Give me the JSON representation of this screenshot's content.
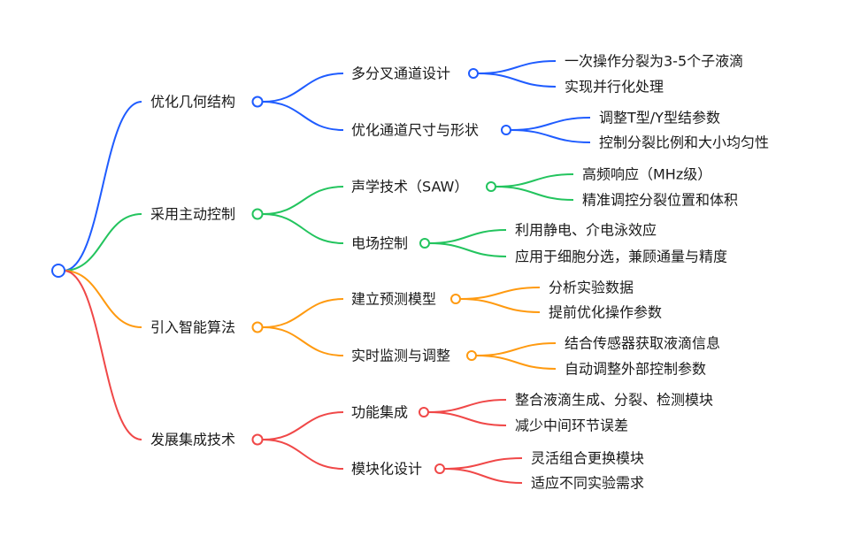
{
  "colors": {
    "blue": "#1f5cff",
    "green": "#23c45e",
    "orange": "#ff9a10",
    "red": "#f04848"
  },
  "branches": [
    {
      "label": "优化几何结构",
      "color": "blue",
      "children": [
        {
          "label": "多分叉通道设计",
          "children": [
            "一次操作分裂为3-5个子液滴",
            "实现并行化处理"
          ]
        },
        {
          "label": "优化通道尺寸与形状",
          "children": [
            "调整T型/Y型结参数",
            "控制分裂比例和大小均匀性"
          ]
        }
      ]
    },
    {
      "label": "采用主动控制",
      "color": "green",
      "children": [
        {
          "label": "声学技术（SAW）",
          "children": [
            "高频响应（MHz级）",
            "精准调控分裂位置和体积"
          ]
        },
        {
          "label": "电场控制",
          "children": [
            "利用静电、介电泳效应",
            "应用于细胞分选，兼顾通量与精度"
          ]
        }
      ]
    },
    {
      "label": "引入智能算法",
      "color": "orange",
      "children": [
        {
          "label": "建立预测模型",
          "children": [
            "分析实验数据",
            "提前优化操作参数"
          ]
        },
        {
          "label": "实时监测与调整",
          "children": [
            "结合传感器获取液滴信息",
            "自动调整外部控制参数"
          ]
        }
      ]
    },
    {
      "label": "发展集成技术",
      "color": "red",
      "children": [
        {
          "label": "功能集成",
          "children": [
            "整合液滴生成、分裂、检测模块",
            "减少中间环节误差"
          ]
        },
        {
          "label": "模块化设计",
          "children": [
            "灵活组合更换模块",
            "适应不同实验需求"
          ]
        }
      ]
    }
  ]
}
